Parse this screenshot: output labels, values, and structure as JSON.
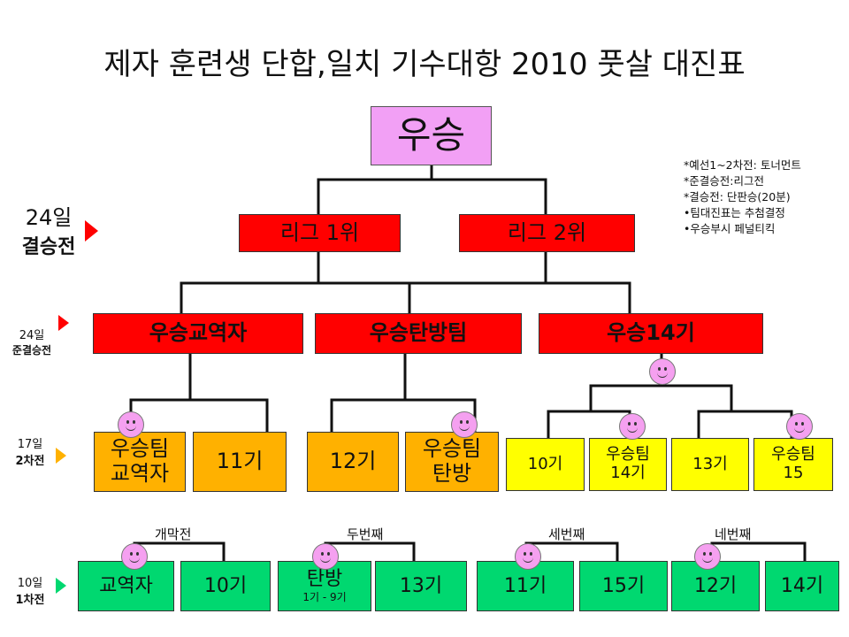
{
  "title": "제자 훈련생 단합,일치 기수대항 2010 풋살 대진표",
  "champion": "우승",
  "final": {
    "stage_day": "24일",
    "stage_name": "결승전",
    "slots": [
      "리그 1위",
      "리그 2위"
    ]
  },
  "semifinal": {
    "stage_day": "24일",
    "stage_name": "준결승전",
    "teams": [
      "우승교역자",
      "우승탄방팀",
      "우승14기"
    ]
  },
  "round2": {
    "stage_day": "17일",
    "stage_name": "2차전",
    "teams": [
      {
        "line1": "우승팀",
        "line2": "교역자"
      },
      {
        "line1": "11기",
        "line2": ""
      },
      {
        "line1": "12기",
        "line2": ""
      },
      {
        "line1": "우승팀",
        "line2": "탄방"
      },
      {
        "line1": "10기",
        "line2": ""
      },
      {
        "line1": "우승팀",
        "line2": "14기"
      },
      {
        "line1": "13기",
        "line2": ""
      },
      {
        "line1": "우승팀",
        "line2": "15"
      }
    ]
  },
  "round1": {
    "stage_day": "10일",
    "stage_name": "1차전",
    "match_labels": [
      "개막전",
      "두번째",
      "세번째",
      "네번째"
    ],
    "teams": [
      {
        "name": "교역자",
        "sub": ""
      },
      {
        "name": "10기",
        "sub": ""
      },
      {
        "name": "탄방",
        "sub": "1기 - 9기"
      },
      {
        "name": "13기",
        "sub": ""
      },
      {
        "name": "11기",
        "sub": ""
      },
      {
        "name": "15기",
        "sub": ""
      },
      {
        "name": "12기",
        "sub": ""
      },
      {
        "name": "14기",
        "sub": ""
      }
    ]
  },
  "notes": [
    "*예선1~2차전: 토너먼트",
    "*준결승전:리그전",
    "*결승전: 단판승(20분)",
    "•팀대진표는 추첨결정",
    "•우승부시 페널티킥"
  ],
  "colors": {
    "champion": "#f2a0f5",
    "final_semi": "#ff0000",
    "round2_left": "#ffb100",
    "round2_right": "#ffff00",
    "round1": "#00d870",
    "smiley": "#f5a0f0"
  }
}
